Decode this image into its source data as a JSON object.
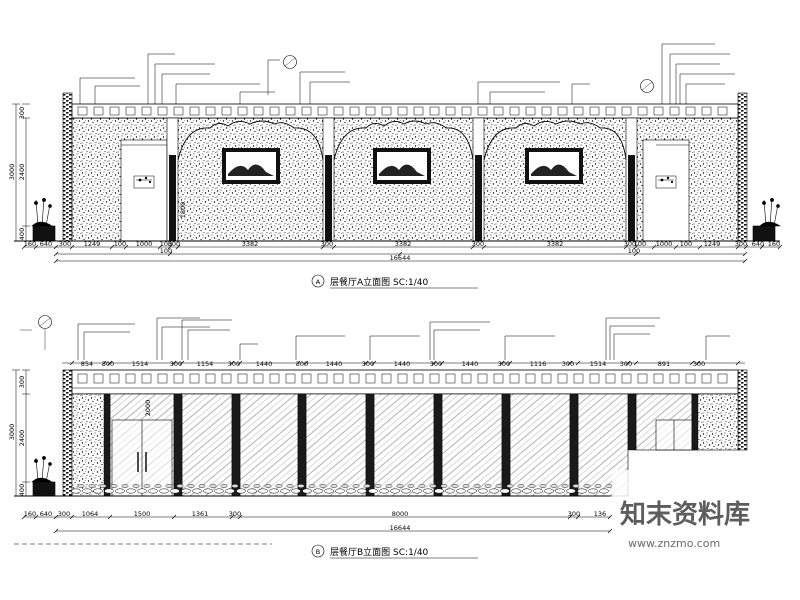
{
  "elevation_a": {
    "marker": "A",
    "title": "层餐厅A立面图  SC:1/40",
    "bottom_dims": [
      "160",
      "640",
      "300",
      "1249",
      "100",
      "1000",
      "100",
      "300",
      "3382",
      "300",
      "3382",
      "300",
      "3382",
      "300",
      "100",
      "1000",
      "100",
      "1249",
      "300",
      "640",
      "160"
    ],
    "overall": "16644",
    "sub_overall_left": "100",
    "sub_overall_right": "100",
    "left_dims": [
      "300",
      "2400",
      "400"
    ],
    "left_total": "3000",
    "inner_dim": "1800"
  },
  "elevation_b": {
    "marker": "B",
    "title": "层餐厅B立面图  SC:1/40",
    "top_dims": [
      "854",
      "300",
      "1514",
      "300",
      "1154",
      "300",
      "1440",
      "300",
      "1440",
      "300",
      "1440",
      "300",
      "1440",
      "300",
      "1116",
      "300",
      "1514",
      "300",
      "891",
      "300"
    ],
    "bottom_dims": [
      "160",
      "640",
      "300",
      "1064",
      "1500",
      "1361",
      "300",
      "8000",
      "300",
      "136"
    ],
    "overall": "16644",
    "left_dims": [
      "300",
      "2400",
      "400"
    ],
    "left_total": "3000",
    "inner_dim": "2000"
  },
  "watermark": {
    "text": "知末资料库",
    "url": "www.znzmo.com"
  }
}
